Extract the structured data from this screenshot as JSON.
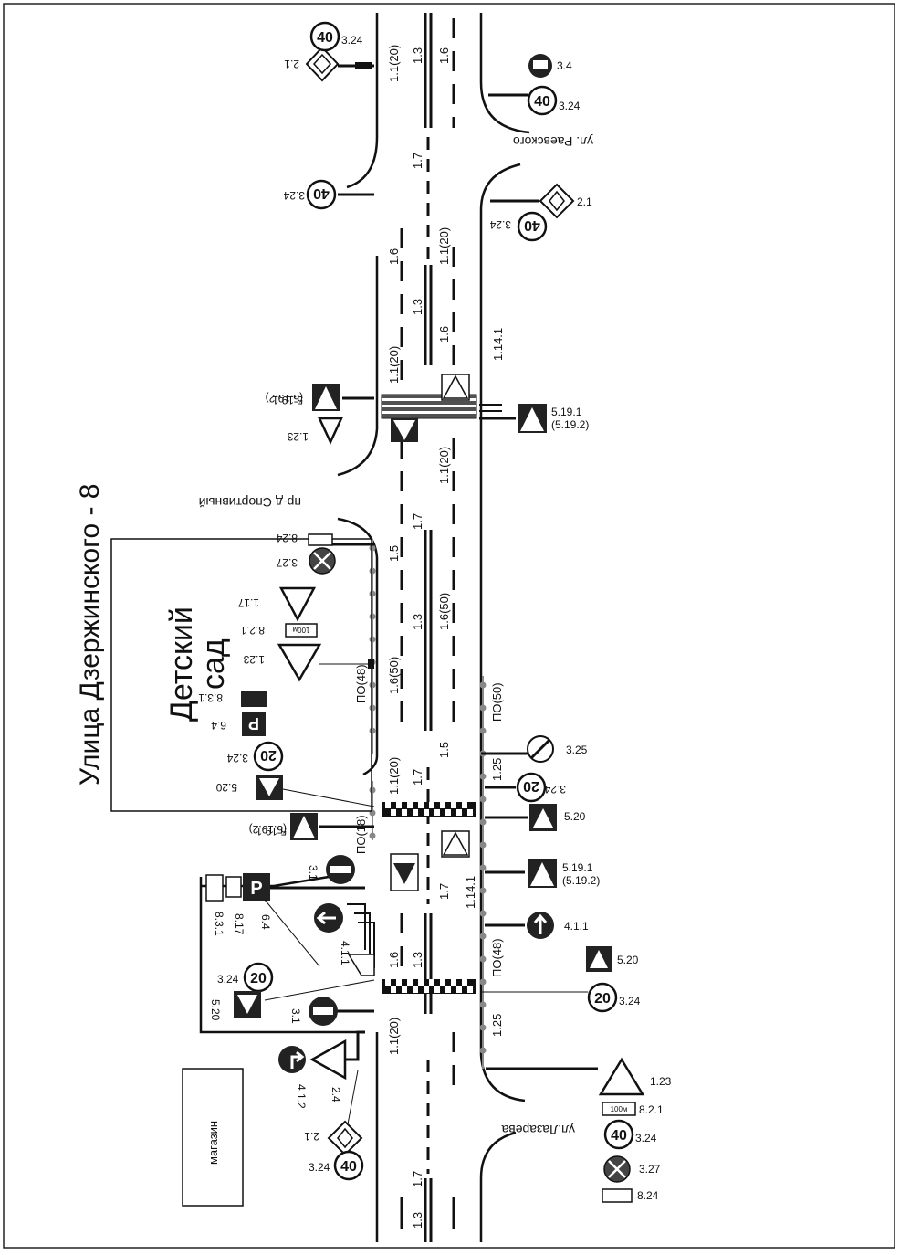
{
  "title": "Улица Дзержинского - 8",
  "kindergarten": {
    "line1": "Детский",
    "line2": "сад"
  },
  "shop": "магазин",
  "streets": {
    "raevskogo": "ул. Раевского",
    "sportivny": "пр-д Спортивный",
    "lazareva": "ул.Лазарева"
  },
  "markings": {
    "m_11_20_a": "1.1(20)",
    "m_13_a": "1.3",
    "m_16_a": "1.6",
    "m_17_a": "1.7",
    "m_16_b": "1.6",
    "m_11_20_b": "1.1(20)",
    "m_13_b": "1.3",
    "m_16_c": "1.6",
    "m_11_20_c": "1.1(20)",
    "m_1141_a": "1.14.1",
    "m_11_20_d": "1.1(20)",
    "m_17_b": "1.7",
    "m_15_a": "1.5",
    "m_16_50_a": "1.6(50)",
    "m_13_c": "1.3",
    "m_16_50_b": "1.6(50)",
    "m_po48_a": "ПО(48)",
    "m_po50": "ПО(50)",
    "m_11_20_e": "1.1(20)",
    "m_17_c": "1.7",
    "m_15_b": "1.5",
    "m_125_a": "1.25",
    "m_po18": "ПО(18)",
    "m_17_d": "1.7",
    "m_1141_b": "1.14.1",
    "m_16_d": "1.6",
    "m_13_d": "1.3",
    "m_po48_b": "ПО(48)",
    "m_11_20_f": "1.1(20)",
    "m_125_b": "1.25",
    "m_17_e": "1.7",
    "m_13_e": "1.3"
  },
  "signs": {
    "s_324_a": "3.24",
    "s_21_a": "2.1",
    "s_34": "3.4",
    "s_324_b": "3.24",
    "s_324_c": "3.24",
    "s_21_b": "2.1",
    "s_324_d": "3.24",
    "s_5191_a": "5.19.1",
    "s_5192_a": "(5.19.2)",
    "s_123_a": "1.23",
    "s_5191_b": "5.19.1",
    "s_5192_b": "(5.19.2)",
    "s_824_a": "8.24",
    "s_327_a": "3.27",
    "s_117": "1.17",
    "s_821_a": "8.2.1",
    "s_123_b": "1.23",
    "s_831_a": "8.3.1",
    "s_64_a": "6.4",
    "s_324_e": "3.24",
    "s_520_a": "5.20",
    "s_5191_c": "5.19.1",
    "s_5192_c": "(5.19.2)",
    "s_325": "3.25",
    "s_324_f": "3.24",
    "s_520_b": "5.20",
    "s_5191_d": "5.19.1",
    "s_5192_d": "(5.19.2)",
    "s_31_a": "3.1",
    "s_64_b": "6.4",
    "s_817": "8.17",
    "s_831_b": "8.3.1",
    "s_411_a": "4.1.1",
    "s_411_b": "4.1.1",
    "s_324_g": "3.24",
    "s_520_c": "5.20",
    "s_31_b": "3.1",
    "s_520_d": "5.20",
    "s_324_h": "3.24",
    "s_412": "4.1.2",
    "s_24": "2.4",
    "s_21_c": "2.1",
    "s_324_i": "3.24",
    "s_123_c": "1.23",
    "s_821_b": "8.2.1",
    "s_324_j": "3.24",
    "s_327_b": "3.27",
    "s_824_b": "8.24"
  },
  "sign_faces": {
    "speed40": "40",
    "speed20": "20",
    "parking": "P",
    "dist100": "100м"
  }
}
